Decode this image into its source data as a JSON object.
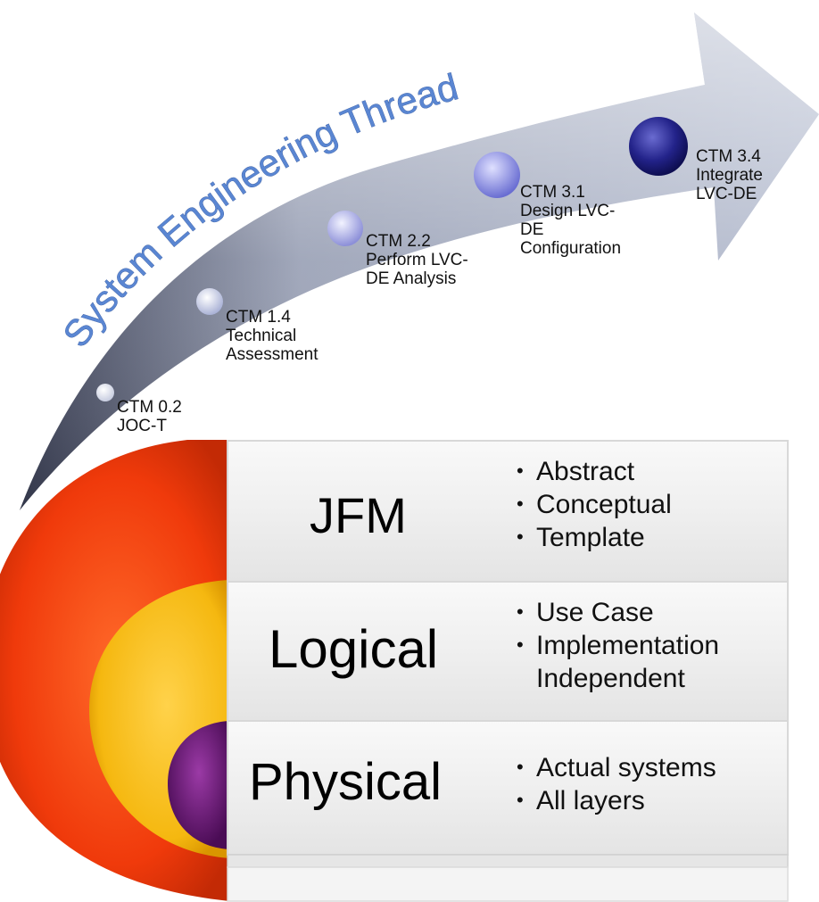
{
  "thread": {
    "title": "System Engineering Thread",
    "milestones": [
      {
        "lines": [
          "CTM 0.2",
          "JOC-T"
        ]
      },
      {
        "lines": [
          "CTM 1.4",
          "Technical",
          "Assessment"
        ]
      },
      {
        "lines": [
          "CTM 2.2",
          "Perform LVC-",
          "DE Analysis"
        ]
      },
      {
        "lines": [
          "CTM 3.1",
          "Design LVC-",
          "DE",
          "Configuration"
        ]
      },
      {
        "lines": [
          "CTM 3.4",
          "Integrate",
          "LVC-DE"
        ]
      }
    ]
  },
  "layers": [
    {
      "name": "JFM",
      "bullets": [
        "Abstract",
        "Conceptual",
        "Template"
      ]
    },
    {
      "name": "Logical",
      "bullets": [
        "Use Case",
        "Implementation",
        "Independent"
      ]
    },
    {
      "name": "Physical",
      "bullets": [
        "Actual systems",
        "All layers"
      ]
    }
  ],
  "colors": {
    "arrow": "#9aa4bc",
    "title": "#4f79c4",
    "outer_ring": "#f23a0c",
    "middle_ring": "#f6bf18",
    "inner_ring": "#6a1672",
    "panel": "#f3f3f3"
  }
}
